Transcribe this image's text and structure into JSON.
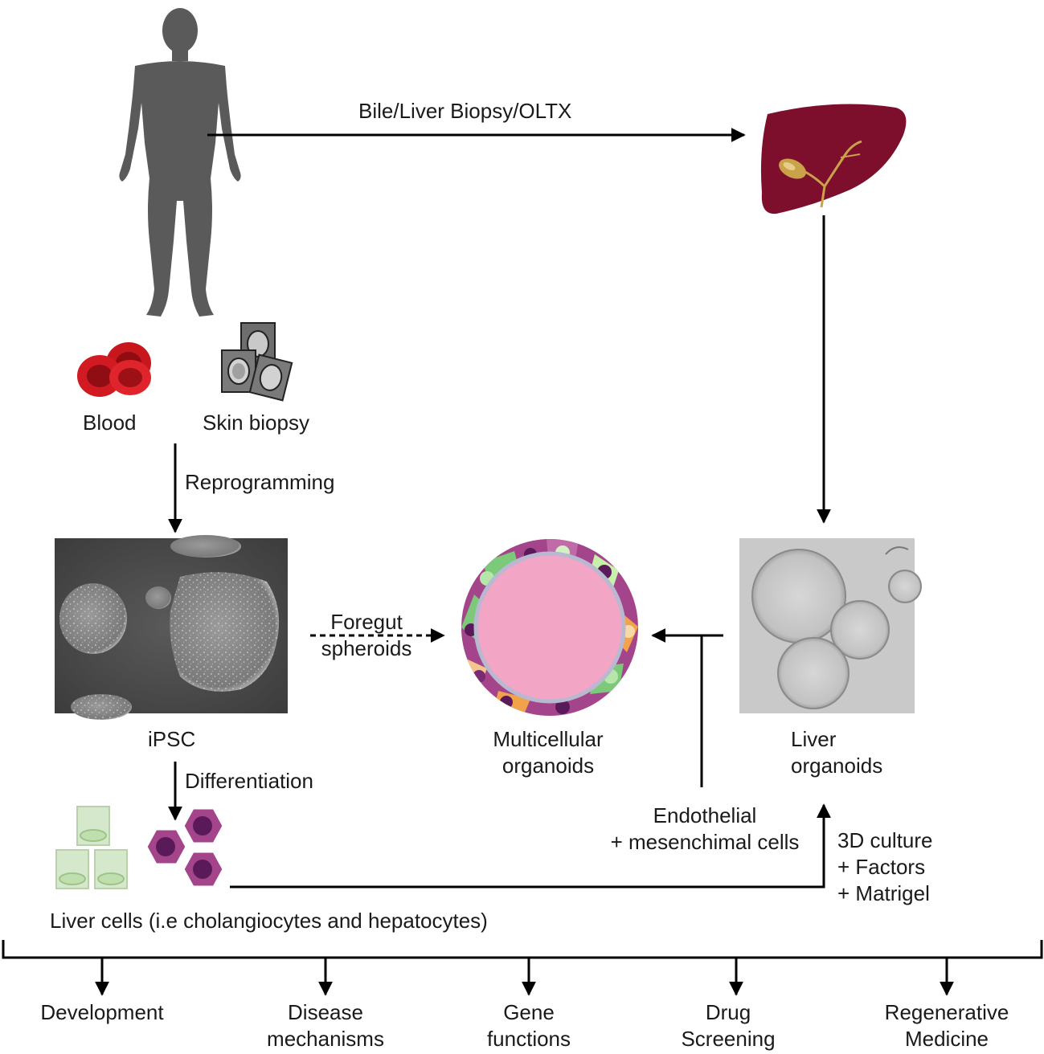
{
  "arrows": {
    "top": "Bile/Liver Biopsy/OLTX",
    "reprogramming": "Reprogramming",
    "differentiation": "Differentiation",
    "foregut_line1": "Foregut",
    "foregut_line2": "spheroids",
    "endothelial_line1": "Endothelial",
    "endothelial_line2": "+ mesenchimal cells",
    "culture_line1": "3D culture",
    "culture_line2": "+ Factors",
    "culture_line3": "+ Matrigel"
  },
  "sources": {
    "blood": "Blood",
    "skin": "Skin biopsy"
  },
  "stages": {
    "ipsc": "iPSC",
    "multicellular_line1": "Multicellular",
    "multicellular_line2": "organoids",
    "liver_org_line1": "Liver",
    "liver_org_line2": "organoids",
    "liver_cells": "Liver cells (i.e cholangiocytes and hepatocytes)"
  },
  "applications": [
    {
      "line1": "Development",
      "line2": ""
    },
    {
      "line1": "Disease",
      "line2": "mechanisms"
    },
    {
      "line1": "Gene",
      "line2": "functions"
    },
    {
      "line1": "Drug",
      "line2": "Screening"
    },
    {
      "line1": "Regenerative",
      "line2": "Medicine"
    }
  ],
  "colors": {
    "body_silhouette": "#5a5a5a",
    "blood": "#c8161d",
    "liver": "#7d0f2c",
    "gallbladder": "#c9a24a",
    "organoid_lumen": "#f3a5c6",
    "cell_purple": "#a4458c",
    "cell_green": "#c6e3bb",
    "cell_orange": "#f2a24a"
  }
}
